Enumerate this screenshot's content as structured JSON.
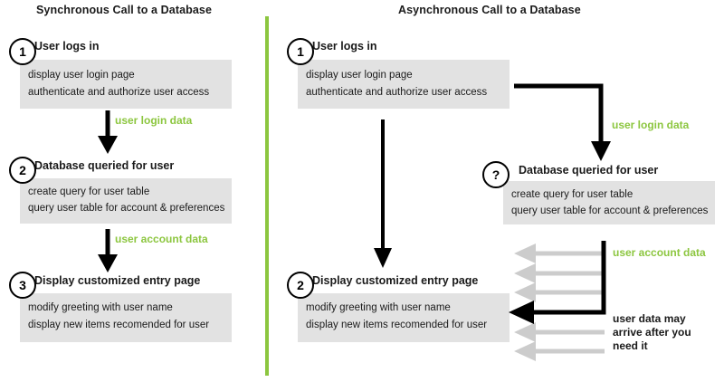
{
  "diagram": {
    "accent_green": "#8CC63F",
    "box_gray": "#E2E2E2",
    "arrow_black": "#000000",
    "arrow_gray": "#CCCCCC"
  },
  "left_panel": {
    "title": "Synchronous Call to a Database",
    "steps": [
      {
        "number": "1",
        "heading": "User logs in",
        "details": [
          "display user login page",
          "authenticate and authorize user access"
        ]
      },
      {
        "number": "2",
        "heading": "Database queried for user",
        "details": [
          "create query for user table",
          "query user table for account & preferences"
        ]
      },
      {
        "number": "3",
        "heading": "Display customized entry page",
        "details": [
          "modify greeting with user name",
          "display new items recomended for user"
        ]
      }
    ],
    "flow_labels": [
      "user login data",
      "user account data"
    ]
  },
  "right_panel": {
    "title": "Asynchronous Call to a Database",
    "steps": [
      {
        "number": "1",
        "heading": "User logs in",
        "details": [
          "display user login page",
          "authenticate and authorize user access"
        ]
      },
      {
        "number": "?",
        "heading": "Database queried for user",
        "details": [
          "create query for user table",
          "query user table for account & preferences"
        ]
      },
      {
        "number": "2",
        "heading": "Display customized entry page",
        "details": [
          "modify greeting with user name",
          "display new items recomended for user"
        ]
      }
    ],
    "flow_labels": [
      "user login data",
      "user account data"
    ],
    "note": "user data may\narrive after you\nneed it"
  }
}
